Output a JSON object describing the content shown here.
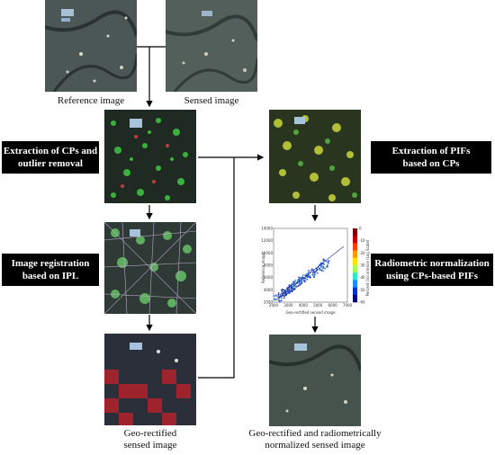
{
  "images": {
    "reference": {
      "caption": "Reference image"
    },
    "sensed": {
      "caption": "Sensed image"
    },
    "cps": {
      "caption": ""
    },
    "registered": {
      "caption": ""
    },
    "georectified": {
      "caption_line1": "Geo-rectified",
      "caption_line2": "sensed image"
    },
    "pifs": {
      "caption": ""
    },
    "normalized": {
      "caption_line1": "Geo-rectified and radiometrically",
      "caption_line2": "normalized sensed image"
    }
  },
  "steps": {
    "cp_extraction": {
      "line1": "Extraction of CPs and",
      "line2": "outlier removal"
    },
    "registration": {
      "line1": "Image registration",
      "line2": "based on IPL"
    },
    "pif_extraction": {
      "line1": "Extraction of PIFs",
      "line2": "based on CPs"
    },
    "normalization": {
      "line1": "Radiometric normalization",
      "line2": "using CPs-based PIFs"
    }
  },
  "chart_data": {
    "type": "scatter",
    "xlabel": "Geo-rectified sensed image",
    "ylabel": "Reference image",
    "colorbar_label": "Percent Occurrence (Log Scale)",
    "x_ticks": [
      "2000",
      "3000",
      "4000",
      "5000",
      "6000",
      "7000"
    ],
    "y_ticks": [
      "2000",
      "4000",
      "6000",
      "8000",
      "10000",
      "12000",
      "14000"
    ],
    "colorbar_ticks": [
      "-60",
      "-50",
      "-40",
      "-30",
      "-20",
      "-10",
      "0"
    ]
  },
  "colors": {
    "box_bg": "#000000",
    "box_text": "#ffffff",
    "arrow": "#000000"
  }
}
